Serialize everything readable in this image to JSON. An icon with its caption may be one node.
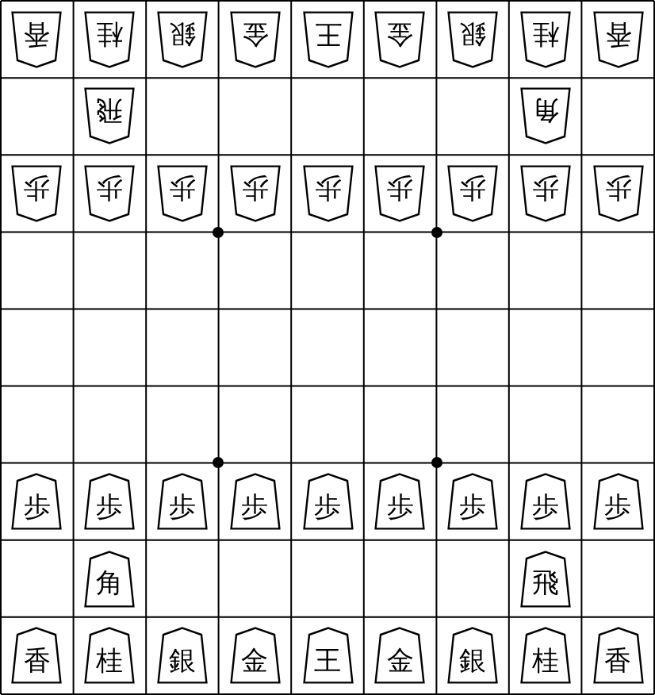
{
  "diagram": {
    "nodes": [
      {
        "text": [
          "香"
        ]
      },
      {
        "text": [
          "桂"
        ]
      },
      {
        "text": [
          "銀"
        ]
      },
      {
        "text": [
          "金"
        ]
      },
      {
        "text": [
          "王"
        ]
      },
      {
        "text": [
          "金"
        ]
      },
      {
        "text": [
          "銀"
        ]
      },
      {
        "text": [
          "桂"
        ]
      },
      {
        "text": [
          "香"
        ]
      },
      {
        "text": [
          "飛"
        ]
      },
      {
        "text": [
          "角"
        ]
      },
      {
        "text": [
          "歩"
        ]
      },
      {
        "text": [
          "歩"
        ]
      },
      {
        "text": [
          "歩"
        ]
      },
      {
        "text": [
          "歩"
        ]
      },
      {
        "text": [
          "歩"
        ]
      },
      {
        "text": [
          "歩"
        ]
      },
      {
        "text": [
          "歩"
        ]
      },
      {
        "text": [
          "歩"
        ]
      },
      {
        "text": [
          "歩"
        ]
      },
      {
        "text": [
          "歩"
        ]
      },
      {
        "text": [
          "歩"
        ]
      },
      {
        "text": [
          "歩"
        ]
      },
      {
        "text": [
          "歩"
        ]
      },
      {
        "text": [
          "歩"
        ]
      },
      {
        "text": [
          "歩"
        ]
      },
      {
        "text": [
          "歩"
        ]
      },
      {
        "text": [
          "歩"
        ]
      },
      {
        "text": [
          "歩"
        ]
      },
      {
        "text": [
          "角"
        ]
      },
      {
        "text": [
          "飛"
        ]
      },
      {
        "text": [
          "香"
        ]
      },
      {
        "text": [
          "桂"
        ]
      },
      {
        "text": [
          "銀"
        ]
      },
      {
        "text": [
          "金"
        ]
      },
      {
        "text": [
          "王"
        ]
      },
      {
        "text": [
          "金"
        ]
      },
      {
        "text": [
          "銀"
        ]
      },
      {
        "text": [
          "桂"
        ]
      },
      {
        "text": [
          "香"
        ]
      }
    ]
  }
}
